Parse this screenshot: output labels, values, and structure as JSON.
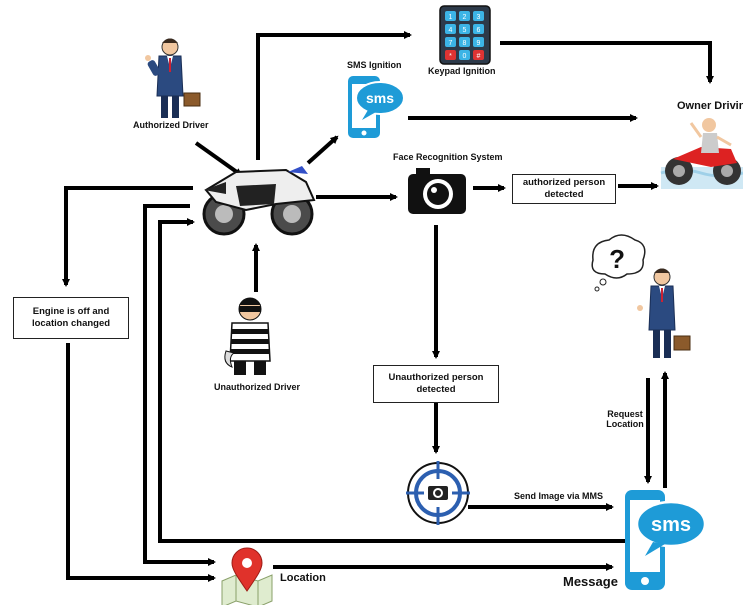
{
  "nodes": {
    "authorized_driver": "Authorized Driver",
    "sms_ignition": "SMS Ignition",
    "keypad_ignition": "Keypad Ignition",
    "owner_driving": "Owner Driving",
    "face_recognition": "Face Recognition System",
    "authorized_detected": "authorized person detected",
    "engine_off": "Engine is off and location changed",
    "unauthorized_driver": "Unauthorized Driver",
    "unauthorized_detected": "Unauthorized person detected",
    "send_image": "Send Image via MMS",
    "request_location": "Request Location",
    "location": "Location",
    "message": "Message",
    "sms_bubble": "sms",
    "question_mark": "?"
  },
  "keypad_keys": [
    "1",
    "2",
    "3",
    "4",
    "5",
    "6",
    "7",
    "8",
    "9",
    "*",
    "0",
    "#"
  ],
  "icons": [
    "businessman-icon",
    "phone-sms-icon",
    "keypad-icon",
    "motorcycle-icon",
    "camera-icon",
    "rider-icon",
    "thief-icon",
    "target-camera-icon",
    "map-pin-icon",
    "question-bubble-icon"
  ],
  "colors": {
    "arrow": "#000000",
    "phone_blue": "#1e9bd7",
    "pin_red": "#e0322b",
    "suit_blue": "#2b4a80"
  }
}
